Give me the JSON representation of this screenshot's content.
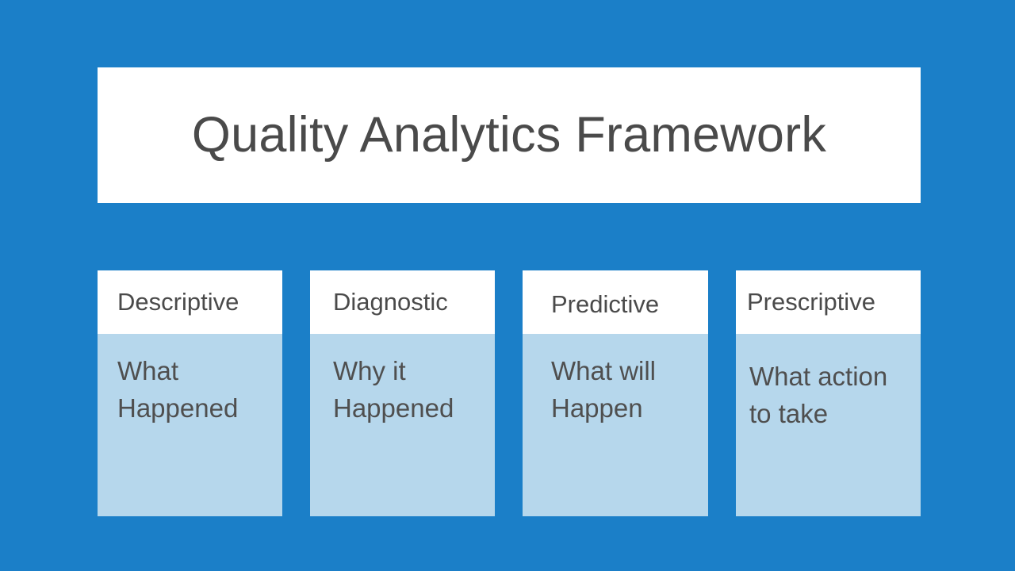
{
  "slide": {
    "background_color": "#1b7fc8",
    "title": "Quality Analytics Framework"
  },
  "colors": {
    "slide_background": "#1b7fc8",
    "banner_background": "#ffffff",
    "card_header_background": "#ffffff",
    "card_body_background": "#b6d7ec",
    "title_text": "#4a4a4a",
    "card_text": "#4f4f4f"
  },
  "cards": [
    {
      "header": "Descriptive",
      "body": "What\nHappened"
    },
    {
      "header": "Diagnostic",
      "body": "Why it\nHappened"
    },
    {
      "header": "Predictive",
      "body": "What will\nHappen"
    },
    {
      "header": "Prescriptive",
      "body": "What action\nto take"
    }
  ]
}
